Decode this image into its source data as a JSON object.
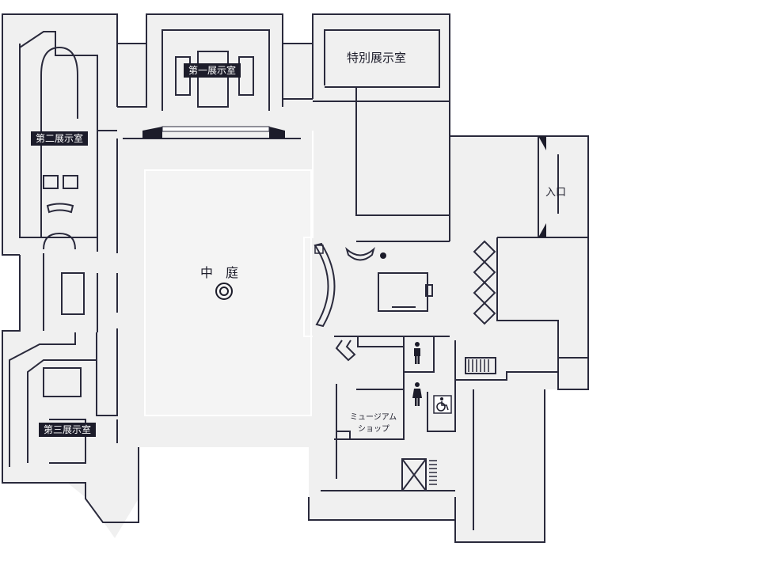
{
  "rooms": {
    "first_gallery": "第一展示室",
    "second_gallery": "第二展示室",
    "third_gallery": "第三展示室",
    "special_gallery": "特別展示室",
    "courtyard": "中　庭",
    "entrance": "入口",
    "museum_shop_line1": "ミュージアム",
    "museum_shop_line2": "ショップ"
  },
  "icons": [
    "male-restroom-icon",
    "female-restroom-icon",
    "wheelchair-restroom-icon",
    "elevator-icon",
    "stairs-icon",
    "courtyard-marker-icon"
  ],
  "colors": {
    "wall": "#2a2a3c",
    "floor": "#f0f0f0",
    "tag_bg": "#1c1c2a",
    "background": "#ffffff"
  }
}
